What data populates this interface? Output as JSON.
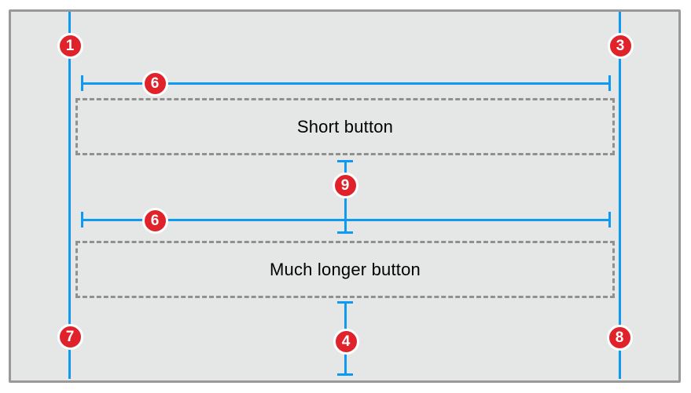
{
  "colors": {
    "page_bg": "#ffffff",
    "canvas_bg": "#e5e6e6",
    "frame_border": "#999999",
    "constraint_blue": "#0e99f3",
    "badge_red": "#e0222a",
    "badge_ring": "#ffffff",
    "dashed_outline_gray": "#909090",
    "button_text": "#000000"
  },
  "buttons": [
    {
      "label": "Short button"
    },
    {
      "label": "Much longer button"
    }
  ],
  "badges": {
    "top_left": "1",
    "top_right": "3",
    "top_width": "6",
    "bottom_width": "6",
    "vertical_spacing": "9",
    "bottom_spacing": "4",
    "bottom_left": "7",
    "bottom_right": "8"
  }
}
